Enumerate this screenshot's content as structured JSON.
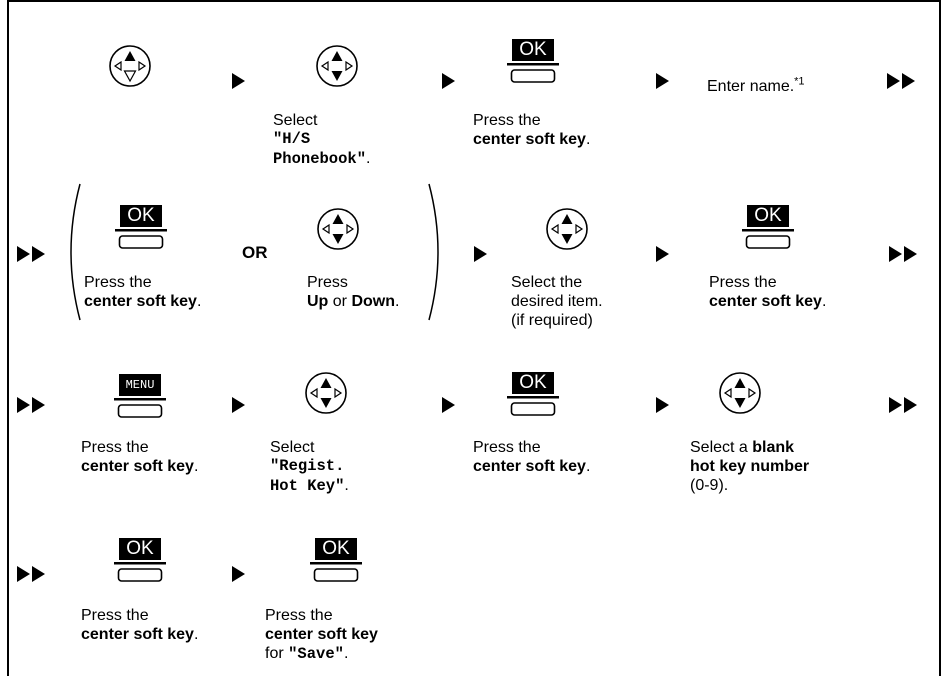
{
  "row1": {
    "step2": {
      "line1": "Select",
      "line2": "\"H/S",
      "line3": "Phonebook\"",
      "suffix": "."
    },
    "step3": {
      "line1": "Press the",
      "bold": "center soft key",
      "suffix": "."
    },
    "step4": {
      "text": "Enter name.",
      "footnote": "*1"
    }
  },
  "row2": {
    "or_label": "OR",
    "optA": {
      "line1": "Press the",
      "bold": "center soft key",
      "suffix": "."
    },
    "optB": {
      "line1": "Press",
      "bold1": "Up",
      "mid": " or ",
      "bold2": "Down",
      "suffix": "."
    },
    "step2": {
      "line1": "Select the",
      "line2": "desired item.",
      "line3": "(if required)"
    },
    "step3": {
      "line1": "Press the",
      "bold": "center soft key",
      "suffix": "."
    }
  },
  "row3": {
    "step1": {
      "line1": "Press the",
      "bold": "center soft key",
      "suffix": "."
    },
    "step2": {
      "line1": "Select",
      "line2": "\"Regist.",
      "line3": "Hot Key\"",
      "suffix": "."
    },
    "step3": {
      "line1": "Press the",
      "bold": "center soft key",
      "suffix": "."
    },
    "step4": {
      "line1": "Select a ",
      "bold1": "blank",
      "bold2": "hot key number",
      "line3": "(0-9)."
    }
  },
  "row4": {
    "step1": {
      "line1": "Press the",
      "bold": "center soft key",
      "suffix": "."
    },
    "step2": {
      "line1": "Press the",
      "bold": "center soft key",
      "line3a": "for ",
      "line3b": "\"Save\"",
      "suffix": "."
    }
  },
  "labels": {
    "ok": "OK",
    "menu": "MENU"
  },
  "icons": [
    "nav-key-icon",
    "ok-soft-key-icon",
    "menu-soft-key-icon",
    "arrow-right-icon",
    "double-arrow-right-icon"
  ]
}
